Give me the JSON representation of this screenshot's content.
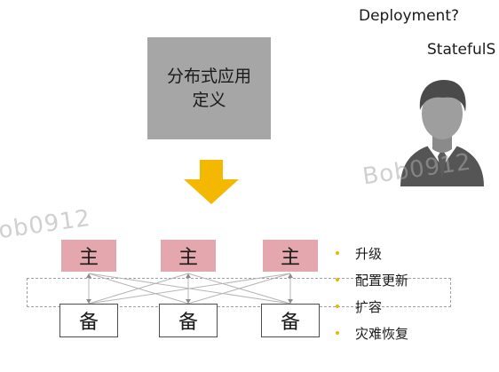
{
  "slide": {
    "question_1": "Deployment?",
    "question_2": "StatefulS",
    "definition_box": "分布式应用定义",
    "watermark_1": "Bob0912",
    "watermark_2": "ob0912"
  },
  "cluster": {
    "primary_label": "主",
    "backup_label": "备",
    "primaries": [
      "主",
      "主",
      "主"
    ],
    "backups": [
      "备",
      "备",
      "备"
    ]
  },
  "legend": {
    "items": [
      "升级",
      "配置更新",
      "扩容",
      "灾难恢复"
    ]
  },
  "colors": {
    "primary_fill": "#e3a7ad",
    "definition_fill": "#a6a6a6",
    "arrow_fill": "#f5b800",
    "bullet": "#e8b800"
  },
  "icons": {
    "arrow": "down-arrow-icon",
    "user": "user-avatar-icon"
  }
}
